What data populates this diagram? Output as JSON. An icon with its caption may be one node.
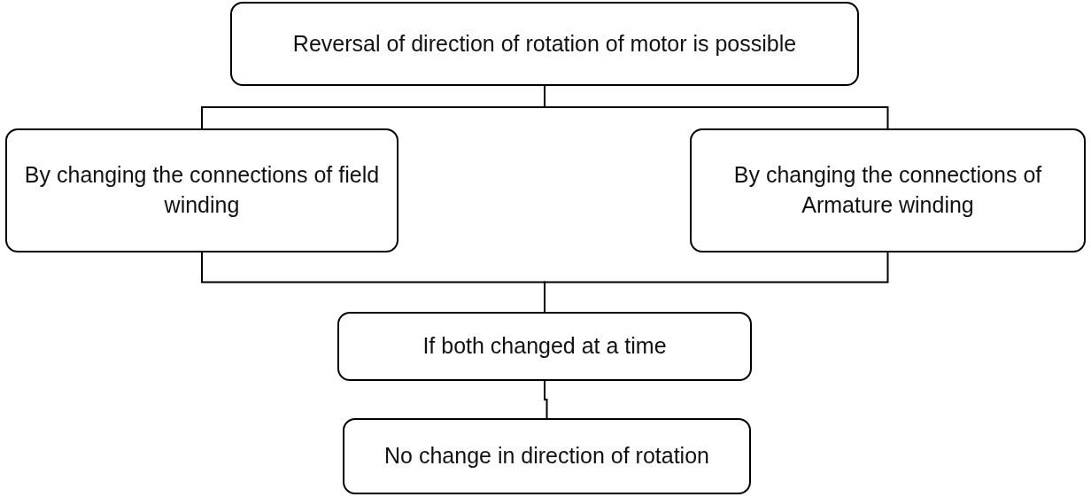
{
  "diagram": {
    "nodes": [
      {
        "text": [
          "Reversal of direction of rotation of motor is possible"
        ]
      },
      {
        "text": [
          "By changing the connections of field winding"
        ]
      },
      {
        "text": [
          "By changing the connections of Armature winding"
        ]
      },
      {
        "text": [
          "If both changed at a time"
        ]
      },
      {
        "text": [
          "No change in direction of rotation"
        ]
      }
    ],
    "edges": [
      {
        "from": 0,
        "to": 1,
        "arrow": "none"
      },
      {
        "from": 0,
        "to": 2,
        "arrow": "none"
      },
      {
        "from": 1,
        "to": 3,
        "arrow": "none"
      },
      {
        "from": 2,
        "to": 3,
        "arrow": "none"
      },
      {
        "from": 3,
        "to": 4,
        "arrow": "none"
      }
    ]
  }
}
